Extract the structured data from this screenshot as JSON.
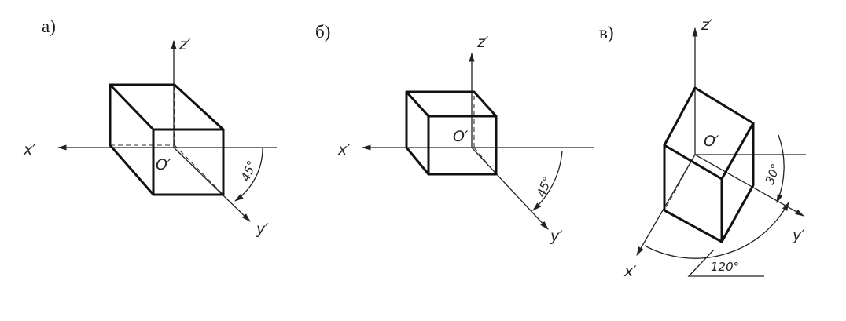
{
  "panels": [
    {
      "label": "а)",
      "axes": {
        "x": "x′",
        "y": "y′",
        "z": "z′"
      },
      "origin": "O′",
      "angles": [
        "45°"
      ]
    },
    {
      "label": "б)",
      "axes": {
        "x": "x′",
        "y": "y′",
        "z": "z′"
      },
      "origin": "O′",
      "angles": [
        "45°"
      ]
    },
    {
      "label": "в)",
      "axes": {
        "x": "x′",
        "y": "y′",
        "z": "z′"
      },
      "origin": "O′",
      "angles": [
        "30°",
        "120°"
      ]
    }
  ]
}
